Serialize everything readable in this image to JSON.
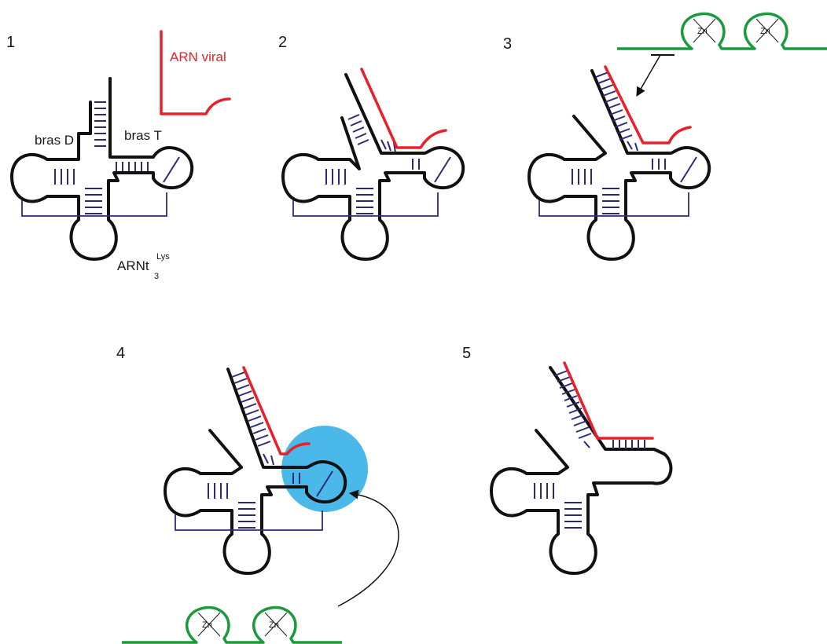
{
  "steps": [
    {
      "number": "1"
    },
    {
      "number": "2"
    },
    {
      "number": "3"
    },
    {
      "number": "4"
    },
    {
      "number": "5"
    }
  ],
  "labels": {
    "viral_rna": "ARN viral",
    "d_arm": "bras D",
    "t_arm": "bras T",
    "trna_main": "ARNt",
    "trna_sup": "Lys",
    "trna_sub": "3"
  },
  "zinc": "Zn",
  "colors": {
    "trna": "#111111",
    "viral_rna": "#e8202a",
    "base_pairs": "#2b2a7a",
    "nucleocapsid": "#1a9a3a",
    "highlight": "#4ab8e8"
  },
  "icons": [
    "zinc-finger-icon",
    "arrow-icon",
    "inhibition-bar-icon"
  ]
}
